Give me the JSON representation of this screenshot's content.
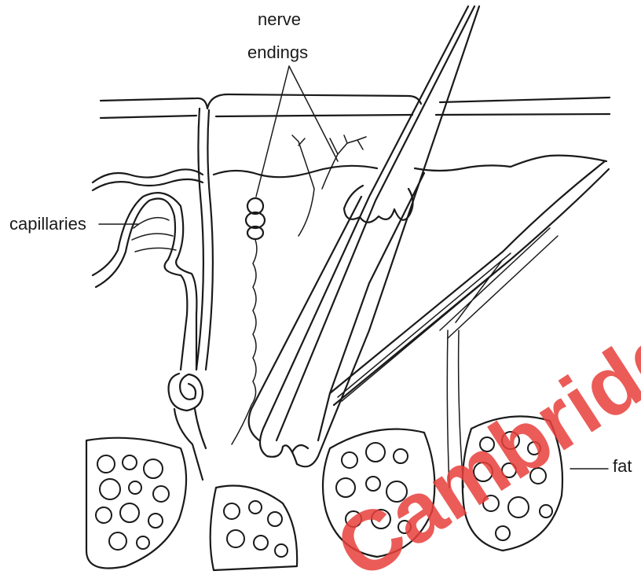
{
  "labels": {
    "nerve_line1": "nerve",
    "nerve_line2": "endings",
    "capillaries": "capillaries",
    "fat": "fat"
  },
  "watermark": {
    "text": "Cambridge",
    "color": "#e8403c"
  }
}
